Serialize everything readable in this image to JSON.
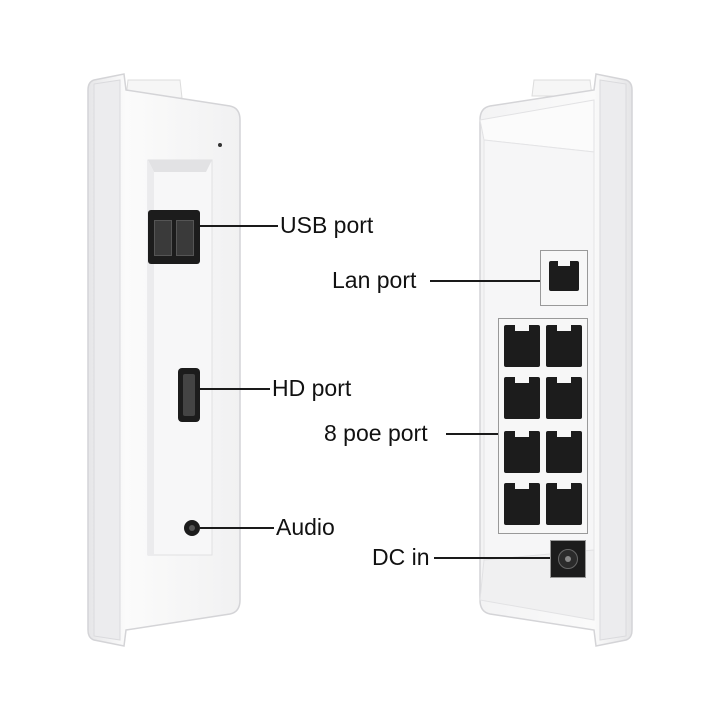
{
  "labels": {
    "usb_port": "USB port",
    "hd_port": "HD port",
    "audio": "Audio",
    "lan_port": "Lan port",
    "poe_port": "8 poe port",
    "dc_in": "DC in"
  },
  "poe_port_count": 8,
  "colors": {
    "housing": "#f4f4f5",
    "housing_edge": "#d9d9dc",
    "port_dark": "#1c1c1c",
    "label_text": "#111111"
  }
}
